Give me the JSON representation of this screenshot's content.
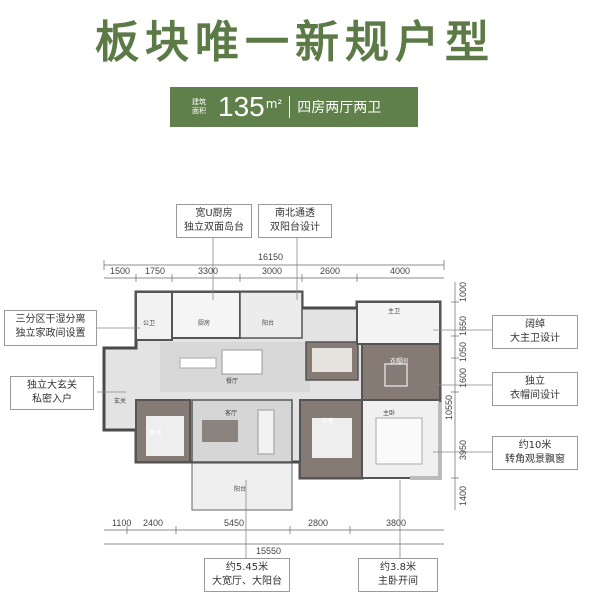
{
  "title": "板块唯一新规户型",
  "banner": {
    "area_label_line1": "建筑",
    "area_label_line2": "面积",
    "area_value": "135",
    "area_unit": "m²",
    "layout": "四房两厅两卫"
  },
  "callouts": {
    "kitchen_line1": "宽U厨房",
    "kitchen_line2": "独立双面岛台",
    "balcony_line1": "南北通透",
    "balcony_line2": "双阳台设计",
    "laundry_line1": "三分区干湿分离",
    "laundry_line2": "独立家政间设置",
    "entrance_line1": "独立大玄关",
    "entrance_line2": "私密入户",
    "master_bath_line1": "阔绰",
    "master_bath_line2": "大主卫设计",
    "closet_line1": "独立",
    "closet_line2": "衣帽间设计",
    "window_line1": "约10米",
    "window_line2": "转角观景飘窗",
    "living_line1": "约5.45米",
    "living_line2": "大宽厅、大阳台",
    "master_width_line1": "约3.8米",
    "master_width_line2": "主卧开间"
  },
  "dimensions": {
    "top_total": "16150",
    "top": [
      "1500",
      "1750",
      "3300",
      "3000",
      "2600",
      "4000"
    ],
    "bottom": [
      "1100",
      "2400",
      "5450",
      "2800",
      "3800"
    ],
    "bottom_total": "15550",
    "right": [
      "1000",
      "1650",
      "1050",
      "1600",
      "3950",
      "1400"
    ],
    "right_total": "10550"
  },
  "room_labels": {
    "kitchen": "厨房",
    "balcony_north": "阳台",
    "laundry": "公卫",
    "dining": "餐厅",
    "entry": "玄关",
    "bedroom_left": "卧室",
    "living": "客厅",
    "balcony_south": "阳台",
    "bedroom_mid": "卧室",
    "master_bath": "主卫",
    "closet": "衣帽间",
    "master": "主卧"
  },
  "colors": {
    "brand_green": "#5f7f4b",
    "title_green": "#5c7a45",
    "wall": "#555555",
    "floor_wood": "#8a8079",
    "floor_light": "#d9d9d9"
  }
}
